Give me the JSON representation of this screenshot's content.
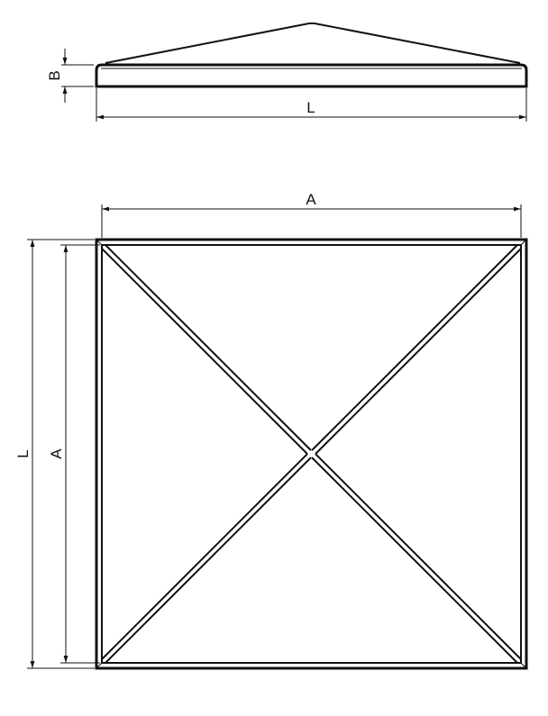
{
  "dimensions": {
    "side_height_label": "B",
    "side_length_label": "L",
    "top_width_label": "A",
    "plan_inner_height_label": "A",
    "plan_outer_height_label": "L"
  },
  "colors": {
    "line": "#111111",
    "background": "#ffffff"
  }
}
